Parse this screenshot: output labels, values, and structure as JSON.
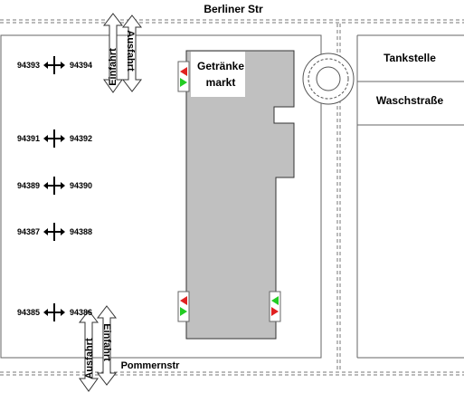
{
  "streets": {
    "north": "Berliner Str",
    "south": "Pommernstr"
  },
  "entrances": {
    "north": {
      "exit_label": "Ausfahrt",
      "entry_label": "Einfahrt"
    },
    "south": {
      "exit_label": "Ausfahrt",
      "entry_label": "Einfahrt"
    }
  },
  "buildings": {
    "market": "Getränke markt",
    "market_line1": "Getränke",
    "market_line2": "markt",
    "gas_station": "Tankstelle",
    "car_wash": "Waschstraße"
  },
  "parking_rows": [
    {
      "left": "94393",
      "right": "94394"
    },
    {
      "left": "94391",
      "right": "94392"
    },
    {
      "left": "94389",
      "right": "94390"
    },
    {
      "left": "94387",
      "right": "94388"
    },
    {
      "left": "94385",
      "right": "94386"
    }
  ],
  "colors": {
    "building_fill": "#c0c0c0",
    "arrow_red": "#e02020",
    "arrow_green": "#22cc22",
    "line": "#555555"
  }
}
